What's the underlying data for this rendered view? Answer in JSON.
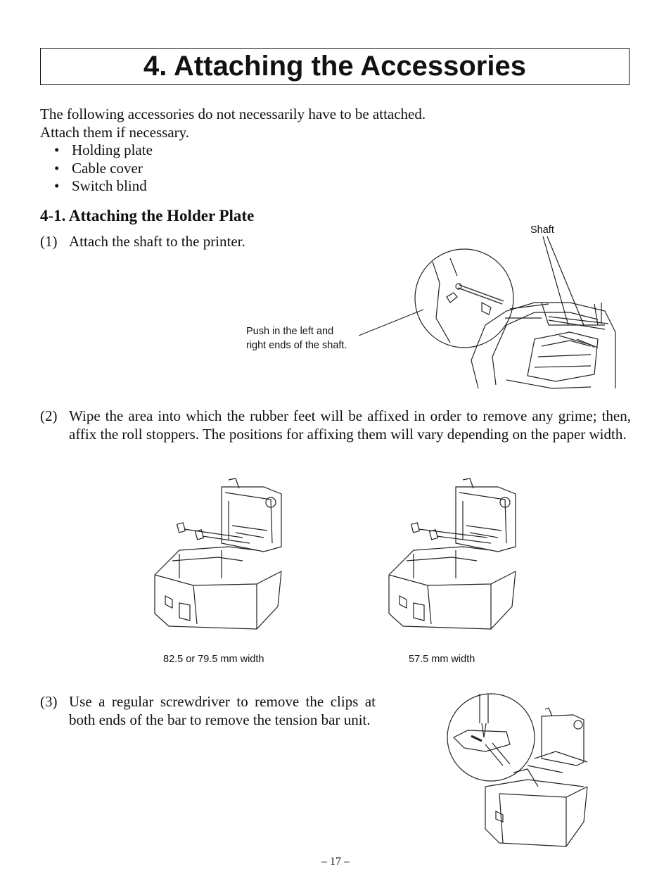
{
  "title": "4. Attaching the Accessories",
  "intro": {
    "line1": "The following accessories do not necessarily have to be attached.",
    "line2": "Attach them if necessary.",
    "bullets": [
      "Holding plate",
      "Cable cover",
      "Switch blind"
    ]
  },
  "section": {
    "heading": "4-1.   Attaching the Holder Plate"
  },
  "steps": [
    {
      "num": "(1)",
      "text": "Attach the shaft to the printer."
    },
    {
      "num": "(2)",
      "text": "Wipe the area into which the rubber feet will be affixed in order to remove any grime; then, affix the roll stoppers. The positions for affixing them will vary depending on the paper width."
    },
    {
      "num": "(3)",
      "text": "Use a regular screwdriver to remove the clips at both ends of the bar to remove the tension bar unit."
    }
  ],
  "figure1": {
    "shaft_label": "Shaft",
    "push_label_line1": "Push in the left and",
    "push_label_line2": "right ends of the shaft."
  },
  "figure2": {
    "caption_left": "82.5 or 79.5 mm width",
    "caption_right": "57.5 mm width"
  },
  "page_number": "– 17 –"
}
